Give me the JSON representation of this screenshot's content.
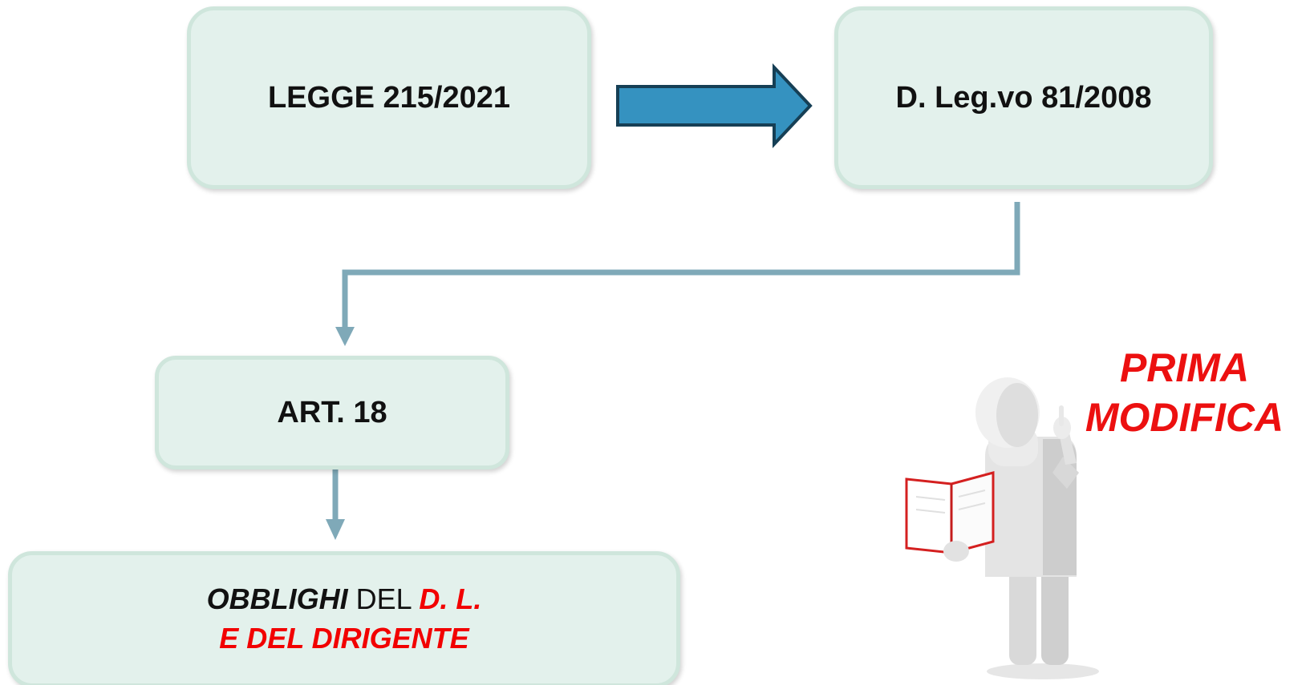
{
  "boxes": {
    "legge": "LEGGE 215/2021",
    "dlgs": "D. Leg.vo 81/2008",
    "art": "ART. 18",
    "obblighi": {
      "word1": "OBBLIGHI",
      "word2": " DEL ",
      "word3": "D. L.",
      "line2": "E DEL DIRIGENTE"
    }
  },
  "annotation": {
    "line1": "PRIMA",
    "line2": "MODIFICA"
  },
  "colors": {
    "box_fill": "#e3f1ec",
    "box_border": "#cfe6dc",
    "arrow_blue": "#3592c0",
    "connector": "#7fa9b8",
    "accent_red": "#f20000"
  }
}
